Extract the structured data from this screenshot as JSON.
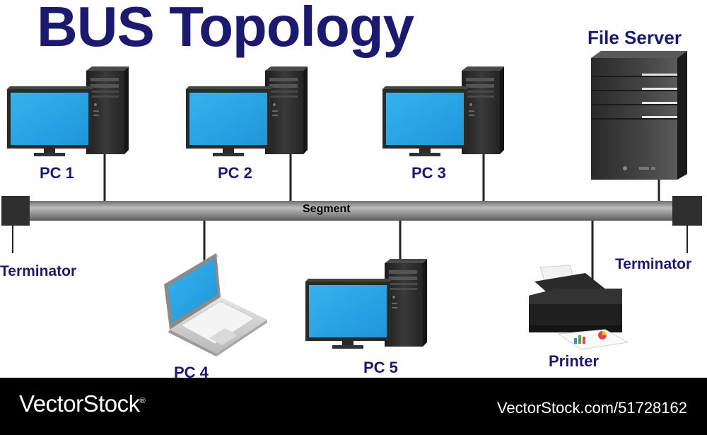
{
  "diagram": {
    "title": "BUS Topology",
    "segment_label": "Segment",
    "nodes": {
      "pc1": "PC 1",
      "pc2": "PC 2",
      "pc3": "PC 3",
      "pc4": "PC 4",
      "pc5": "PC 5",
      "file_server": "File Server",
      "printer": "Printer",
      "terminator_left": "Terminator",
      "terminator_right": "Terminator"
    },
    "colors": {
      "title": "#1b1a6e",
      "screen": "#2fa8e6",
      "device_dark": "#2b2b2b",
      "bus": "#8f8f8f"
    }
  },
  "footer": {
    "brand": "VectorStock",
    "brand_mark": "®",
    "credit": "VectorStock.com/51728162"
  }
}
